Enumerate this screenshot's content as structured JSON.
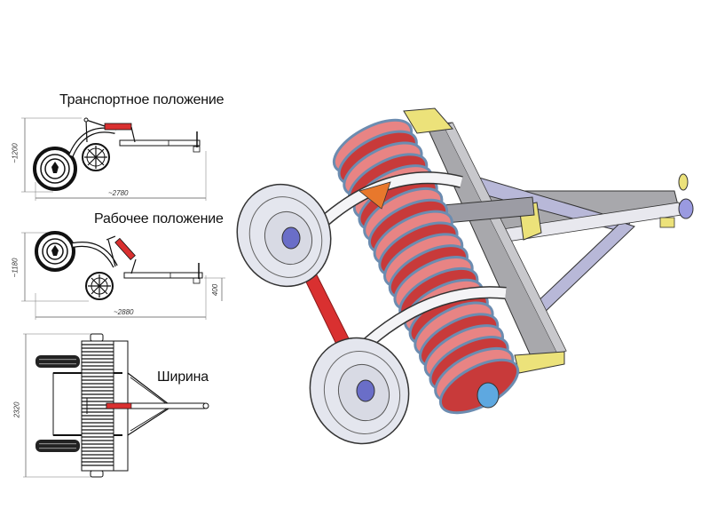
{
  "views": {
    "transport": {
      "title": "Транспортное положение",
      "height_dim": "~1200",
      "length_dim": "~2780"
    },
    "working": {
      "title": "Рабочее положение",
      "height_dim": "~1180",
      "length_dim": "~2880",
      "clearance_dim": "400"
    },
    "top": {
      "title": "Ширина",
      "width_dim": "2320"
    }
  },
  "colors": {
    "cylinder_red": "#d93030",
    "frame_gray": "#a8a8ac",
    "frame_lavender": "#b8b8d8",
    "bracket_yellow": "#ece27a",
    "gusset_orange": "#e8782c",
    "disc_red": "#c83a3a",
    "disc_pink": "#e88484",
    "disc_blue": "#6c8cb0",
    "wheel_light": "#e4e6ee",
    "hub_blue": "#6a6ec8"
  }
}
